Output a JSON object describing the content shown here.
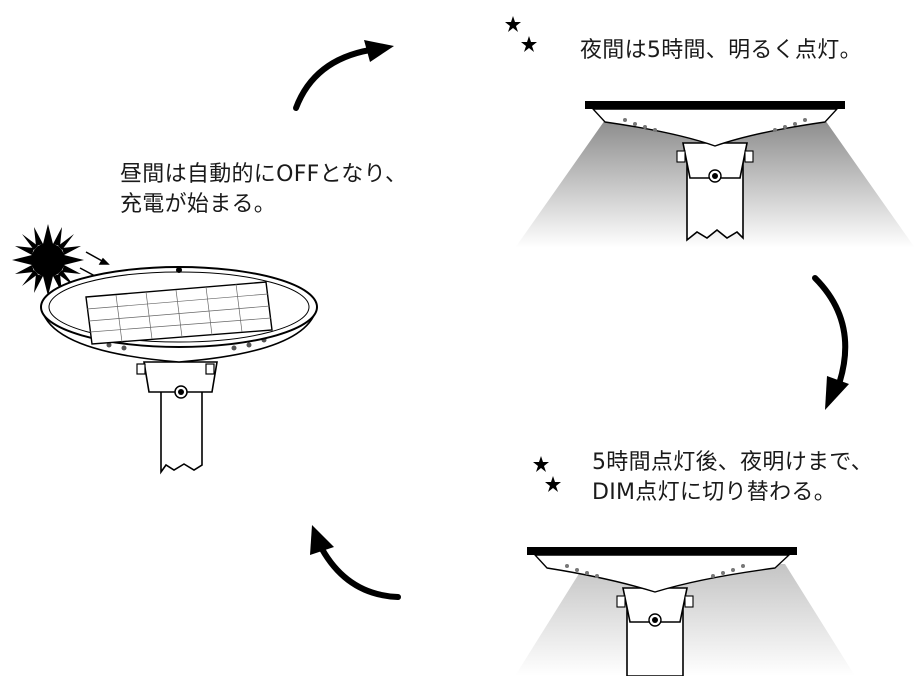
{
  "day": {
    "line1": "昼間は自動的にOFFとなり、",
    "line2": "充電が始まる。"
  },
  "night_full": {
    "text": "夜間は5時間、明るく点灯。"
  },
  "night_dim": {
    "line1": "5時間点灯後、夜明けまで、",
    "line2": "DIM点灯に切り替わる。"
  },
  "icons": [
    "sun-icon",
    "moon-stars-icon",
    "curved-arrow-icon",
    "solar-street-lamp-icon"
  ]
}
